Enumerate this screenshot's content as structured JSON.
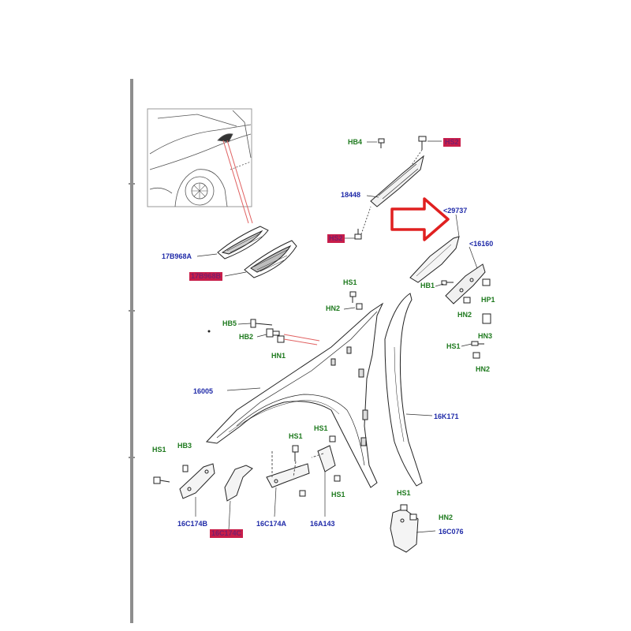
{
  "diagram": {
    "part_numbers": {
      "p17B968A": "17B968A",
      "p17B968B": "17B968B",
      "p18448": "18448",
      "p29737": "<29737",
      "p16160": "<16160",
      "p16005": "16005",
      "p16K171": "16K171",
      "p16C174B": "16C174B",
      "p16C174C": "16C174C",
      "p16C174A": "16C174A",
      "p16A143": "16A143",
      "p16C076": "16C076",
      "pHS2a": "HS2",
      "pHS2b": "HS2",
      "pHB4": "HB4",
      "pHS1a": "HS1",
      "pHN2a": "HN2",
      "pHB1": "HB1",
      "pHP1": "HP1",
      "pHN2b": "HN2",
      "pHN3": "HN3",
      "pHS1b": "HS1",
      "pHN2c": "HN2",
      "pHB5": "HB5",
      "pHB2": "HB2",
      "pHN1": "HN1",
      "pHS1c": "HS1",
      "pHB3": "HB3",
      "pHS1d": "HS1",
      "pHS1e": "HS1",
      "pHS1f": "HS1",
      "pHS1g": "HS1",
      "pHN2d": "HN2"
    },
    "colors": {
      "part_label": "#1f2aa8",
      "fastener_label": "#1e7a1e",
      "highlight": "#c81e4a",
      "arrow": "#e02020",
      "line_art": "#222222"
    }
  }
}
